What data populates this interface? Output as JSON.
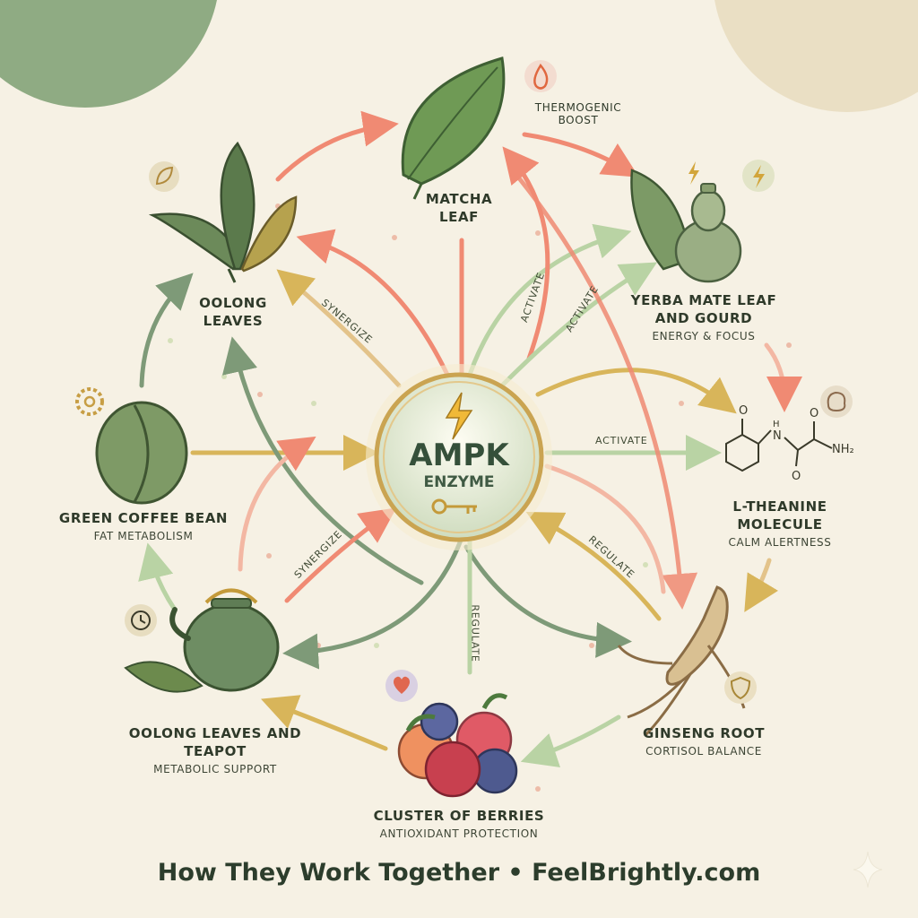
{
  "center": {
    "title": "AMPK",
    "subtitle": "ENZYME"
  },
  "nodes": {
    "matcha": {
      "title": "MATCHA LEAF"
    },
    "thermogenic": {
      "title": "THERMOGENIC BOOST"
    },
    "oolong_top": {
      "title": "OOLONG LEAVES"
    },
    "yerba": {
      "title": "YERBA MATE LEAF AND GOURD",
      "subtitle": "ENERGY & FOCUS"
    },
    "coffee": {
      "title": "GREEN COFFEE BEAN",
      "subtitle": "FAT METABOLISM"
    },
    "theanine": {
      "title": "L-THEANINE MOLECULE",
      "subtitle": "CALM ALERTNESS"
    },
    "teapot": {
      "title": "OOLONG LEAVES AND TEAPOT",
      "subtitle": "METABOLIC SUPPORT"
    },
    "ginseng": {
      "title": "GINSENG ROOT",
      "subtitle": "CORTISOL BALANCE"
    },
    "berries": {
      "title": "CLUSTER OF BERRIES",
      "subtitle": "ANTIOXIDANT PROTECTION"
    }
  },
  "edge_labels": {
    "synergize_top": "SYNERGIZE",
    "activate_1": "ACTIVATE",
    "activate_2": "ACTIVATE",
    "activate_right": "ACTIVATE",
    "synergize_bottom": "SYNERGIZE",
    "regulate_right": "REGULATE",
    "regulate_bottom": "REGULATE"
  },
  "molecule": {
    "atom_o1": "O",
    "atom_n": "N",
    "atom_h": "H",
    "atom_o2": "O",
    "atom_nh2": "NH₂",
    "atom_o3": "O"
  },
  "footer": "How They Work Together • FeelBrightly.com",
  "icons": [
    "flame-icon",
    "lightning-icon",
    "leaf-icon",
    "gear-icon",
    "brain-icon",
    "clock-icon",
    "heart-icon",
    "shield-icon",
    "key-icon",
    "sparkle-icon"
  ],
  "colors": {
    "background": "#f6f1e4",
    "red_arrow": "#f08a73",
    "green_arrow": "#7e9a78",
    "gold_arrow": "#d8b55a",
    "light_green_arrow": "#b9d3a4",
    "leaf_green": "#6f9a55"
  }
}
